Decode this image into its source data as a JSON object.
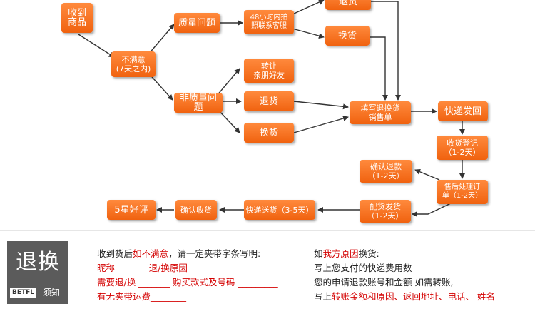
{
  "nodes": {
    "received": "收到\n商品",
    "unsatisfied": "不满意\n(7天之内)",
    "quality": "质量问题",
    "contact48": "48小时内拍\n照联系客服",
    "return_top": "退货",
    "exchange_top": "换货",
    "nonquality": "非质量问题",
    "transfer": "转让\n亲朋好友",
    "return_mid": "退货",
    "exchange_mid": "换货",
    "fill_form": "填写退换货\n销售单",
    "express_send": "快递发回",
    "receive_register": "收货登记\n（1-2天）",
    "aftersale": "售后处理订\n单（1-2天）",
    "confirm_refund": "确认退款\n（1-2天）",
    "dispatch": "配货发货\n（1-2天）",
    "express_delivery": "快递送货（3-5天）",
    "confirm_receipt": "确认收货",
    "five_star": "5星好评"
  },
  "badge": {
    "title": "退换",
    "brand": "BETFL",
    "subtitle": "须知"
  },
  "notes_left": {
    "line1_prefix": "收到货后",
    "line1_red": "如不满意",
    "line1_suffix": "，请一定夹带字条写明:",
    "line2": "昵称_______  退/换原因_________",
    "line3": "需要退/换 _______ 购买款式及号码 _________",
    "line4": "有无夹带运费________"
  },
  "notes_right": {
    "line1_prefix": "如",
    "line1_red": "我方原因",
    "line1_suffix": "换货:",
    "line2": "写上您支付的快递费用数",
    "line3": "您的申请退款账号和金额 如需转账,",
    "line4_prefix": "写上",
    "line4_red": "转账金额和原因、返回地址、电话、 姓名"
  },
  "colors": {
    "node": "#f26a1b",
    "accent_red": "#d40000",
    "badge": "#5b5b5b"
  }
}
